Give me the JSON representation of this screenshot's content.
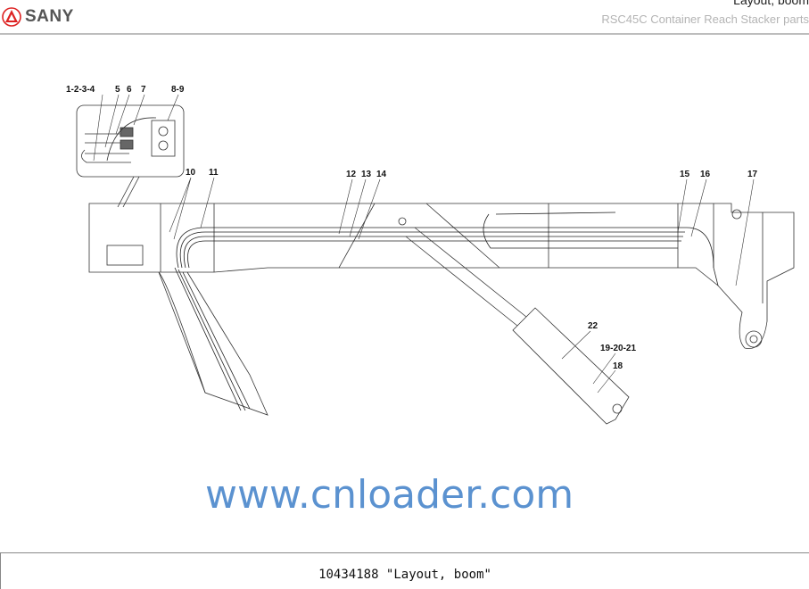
{
  "header": {
    "brand": "SANY",
    "title": "Layout, boom",
    "subtitle": "RSC45C Container Reach Stacker  parts"
  },
  "drawing": {
    "callouts": [
      "1-2-3-4",
      "5",
      "6",
      "7",
      "8-9",
      "10",
      "11",
      "12",
      "13",
      "14",
      "15",
      "16",
      "17",
      "22",
      "19-20-21",
      "18"
    ],
    "watermark": "www.cnloader.com"
  },
  "footer": {
    "caption": "10434188 \"Layout, boom\""
  }
}
